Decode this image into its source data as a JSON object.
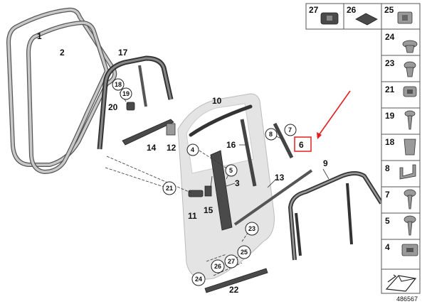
{
  "callouts": {
    "n1": "1",
    "n2": "2",
    "n3": "3",
    "n4": "4",
    "n5": "5",
    "n6": "6",
    "n7": "7",
    "n8": "8",
    "n9": "9",
    "n10": "10",
    "n11": "11",
    "n12": "12",
    "n13": "13",
    "n14": "14",
    "n15": "15",
    "n16": "16",
    "n17": "17",
    "n18": "18",
    "n19": "19",
    "n20": "20",
    "n21": "21",
    "n22": "22",
    "n23": "23",
    "n24": "24",
    "n25": "25",
    "n26": "26",
    "n27": "27"
  },
  "highlight": {
    "label": "6",
    "color": "#e02020"
  },
  "parts_table": {
    "top_row": [
      "27",
      "26",
      "25"
    ],
    "column": [
      "24",
      "23",
      "21",
      "19",
      "18",
      "8",
      "7",
      "5",
      "4"
    ]
  },
  "diagram_number": "486567",
  "colors": {
    "seal": "#555555",
    "panel": "#e4e4e4",
    "arrow": "#e02020"
  }
}
